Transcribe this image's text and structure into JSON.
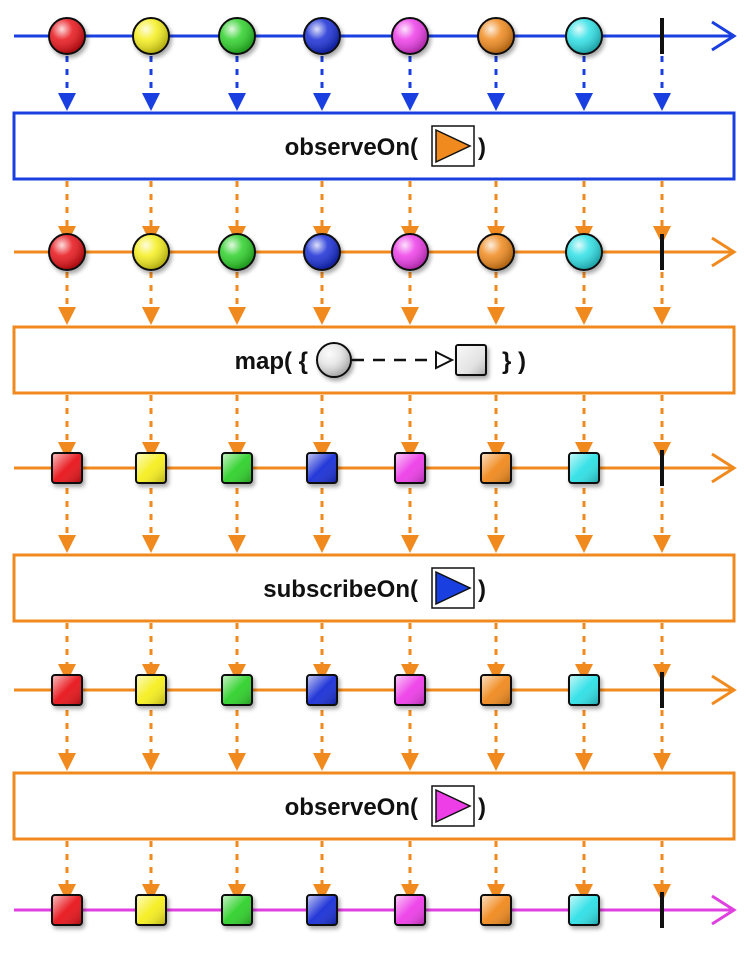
{
  "colors": {
    "blue_line": "#1a3fe0",
    "orange_line": "#f08a1e",
    "magenta_line": "#e040e0",
    "box_fill": "#ffffff",
    "completion": "#111111"
  },
  "marbles": [
    {
      "name": "red",
      "color": "#e8141a"
    },
    {
      "name": "yellow",
      "color": "#f5ee1e"
    },
    {
      "name": "green",
      "color": "#2fd12b"
    },
    {
      "name": "blue",
      "color": "#1a2fd6"
    },
    {
      "name": "magenta",
      "color": "#ee3ee8"
    },
    {
      "name": "orange",
      "color": "#f08a1e"
    },
    {
      "name": "cyan",
      "color": "#2ee0e6"
    }
  ],
  "timelines": [
    {
      "id": "source",
      "shape": "circle",
      "line_color": "blue_line"
    },
    {
      "id": "after-observeOn-1",
      "shape": "circle",
      "line_color": "orange_line"
    },
    {
      "id": "after-map",
      "shape": "square",
      "line_color": "orange_line"
    },
    {
      "id": "after-subscribeOn",
      "shape": "square",
      "line_color": "orange_line"
    },
    {
      "id": "after-observeOn-2",
      "shape": "square",
      "line_color": "magenta_line"
    }
  ],
  "operators": [
    {
      "id": "observeOn-1",
      "label": "observeOn(",
      "close": ")",
      "scheduler_color": "#f08a1e",
      "border_color": "blue_line",
      "icon": "triangle-icon"
    },
    {
      "id": "map",
      "label": "map( {",
      "close": "} )",
      "border_color": "orange_line",
      "icon": "circle-to-square-icon"
    },
    {
      "id": "subscribeOn",
      "label": "subscribeOn(",
      "close": ")",
      "scheduler_color": "#1a3fe0",
      "border_color": "orange_line",
      "icon": "triangle-icon"
    },
    {
      "id": "observeOn-2",
      "label": "observeOn(",
      "close": ")",
      "scheduler_color": "#ee3ee8",
      "border_color": "orange_line",
      "icon": "triangle-icon"
    }
  ],
  "arrow_colors": [
    "blue_line",
    "orange_line",
    "orange_line",
    "orange_line",
    "orange_line",
    "orange_line",
    "orange_line",
    "orange_line",
    "magenta_line"
  ]
}
